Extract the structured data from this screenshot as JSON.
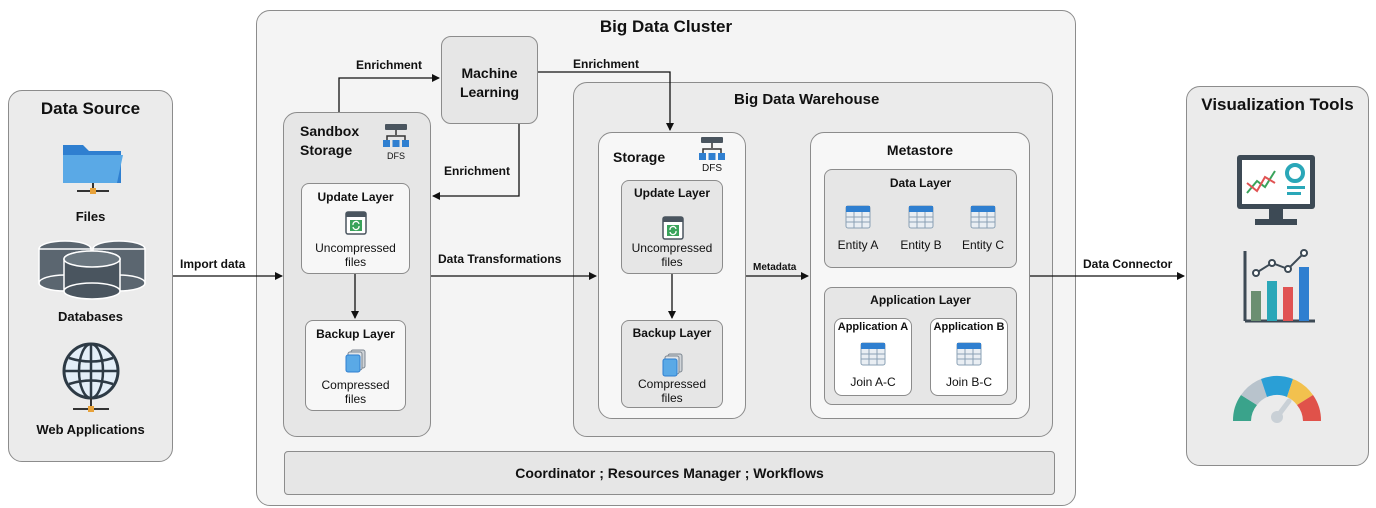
{
  "data_source": {
    "title": "Data Source",
    "items": [
      "Files",
      "Databases",
      "Web Applications"
    ]
  },
  "cluster": {
    "title": "Big Data Cluster",
    "footer": "Coordinator ; Resources Manager ; Workflows"
  },
  "machine_learning": {
    "label_line1": "Machine",
    "label_line2": "Learning"
  },
  "sandbox": {
    "title_line1": "Sandbox",
    "title_line2": "Storage",
    "dfs": "DFS",
    "update_layer": {
      "title": "Update Layer",
      "line1": "Uncompressed",
      "line2": "files"
    },
    "backup_layer": {
      "title": "Backup Layer",
      "line1": "Compressed",
      "line2": "files"
    }
  },
  "warehouse": {
    "title": "Big Data Warehouse",
    "storage": {
      "title": "Storage",
      "dfs": "DFS",
      "update_layer": {
        "title": "Update Layer",
        "line1": "Uncompressed",
        "line2": "files"
      },
      "backup_layer": {
        "title": "Backup Layer",
        "line1": "Compressed",
        "line2": "files"
      }
    },
    "metastore": {
      "title": "Metastore",
      "data_layer": {
        "title": "Data Layer",
        "entities": [
          "Entity A",
          "Entity B",
          "Entity C"
        ]
      },
      "application_layer": {
        "title": "Application Layer",
        "apps": [
          {
            "title": "Application A",
            "join": "Join A-C"
          },
          {
            "title": "Application B",
            "join": "Join B-C"
          }
        ]
      }
    }
  },
  "visualization": {
    "title": "Visualization Tools"
  },
  "edges": {
    "import_data": "Import data",
    "enrichment_1": "Enrichment",
    "enrichment_2": "Enrichment",
    "enrichment_3": "Enrichment",
    "data_transformations": "Data Transformations",
    "metadata": "Metadata",
    "data_connector": "Data Connector"
  },
  "icons": [
    "folder-icon",
    "database-icon",
    "globe-icon",
    "dfs-icon",
    "refresh-file-icon",
    "compressed-files-icon",
    "table-icon",
    "monitor-chart-icon",
    "bar-chart-icon",
    "gauge-icon"
  ],
  "colors": {
    "accent_blue": "#2f7fd0",
    "light_blue": "#5aa9e6",
    "dark_gray": "#4a555f",
    "border": "#8c8c8c"
  }
}
